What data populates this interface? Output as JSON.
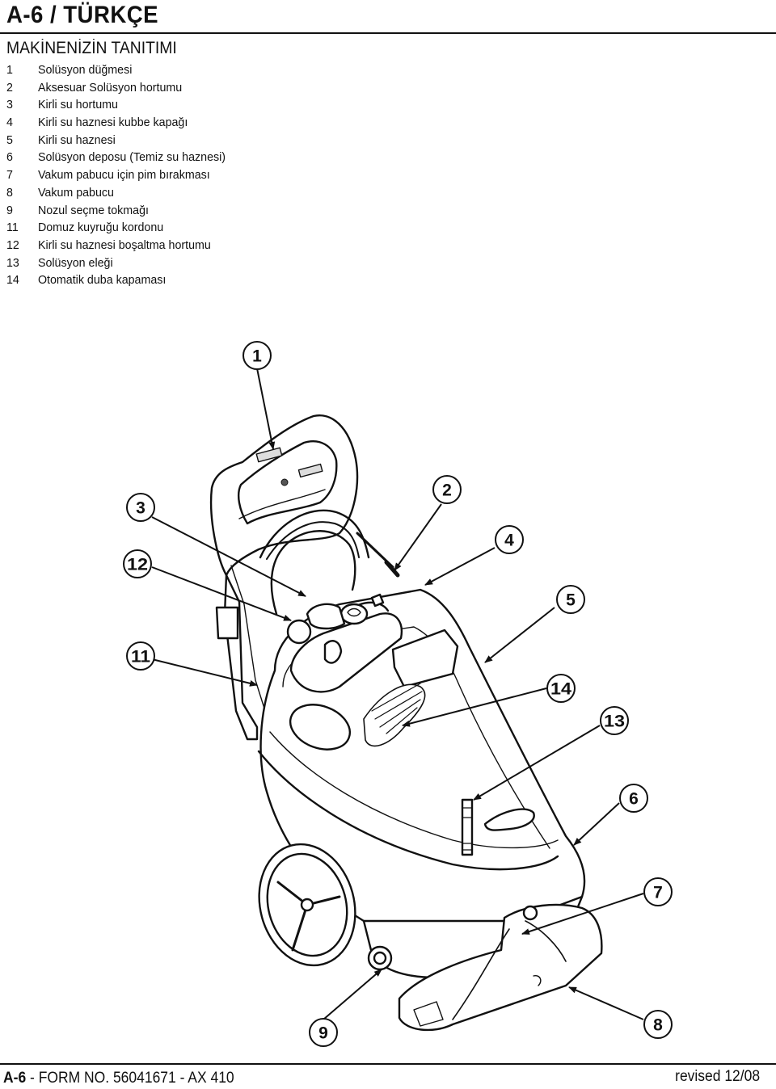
{
  "header": {
    "title": "A-6 / TÜRKÇE",
    "section_title": "MAKİNENİZİN TANITIMI"
  },
  "parts": [
    {
      "num": "1",
      "label": "Solüsyon düğmesi"
    },
    {
      "num": "2",
      "label": "Aksesuar Solüsyon hortumu"
    },
    {
      "num": "3",
      "label": "Kirli su hortumu"
    },
    {
      "num": "4",
      "label": "Kirli su haznesi kubbe kapağı"
    },
    {
      "num": "5",
      "label": "Kirli su haznesi"
    },
    {
      "num": "6",
      "label": "Solüsyon deposu (Temiz su haznesi)"
    },
    {
      "num": "7",
      "label": "Vakum pabucu için pim bırakması"
    },
    {
      "num": "8",
      "label": "Vakum pabucu"
    },
    {
      "num": "9",
      "label": "Nozul seçme tokmağı"
    },
    {
      "num": "11",
      "label": "Domuz kuyruğu kordonu"
    },
    {
      "num": "12",
      "label": "Kirli su haznesi boşaltma hortumu"
    },
    {
      "num": "13",
      "label": "Solüsyon eleği"
    },
    {
      "num": "14",
      "label": "Otomatik duba kapaması"
    }
  ],
  "callouts": {
    "c1": "1",
    "c2": "2",
    "c3": "3",
    "c4": "4",
    "c5": "5",
    "c6": "6",
    "c7": "7",
    "c8": "8",
    "c9": "9",
    "c11": "11",
    "c12": "12",
    "c13": "13",
    "c14": "14"
  },
  "footer": {
    "page_code": "A-6",
    "form": " - FORM NO. 56041671 - AX 410",
    "revised": "revised 12/08"
  }
}
